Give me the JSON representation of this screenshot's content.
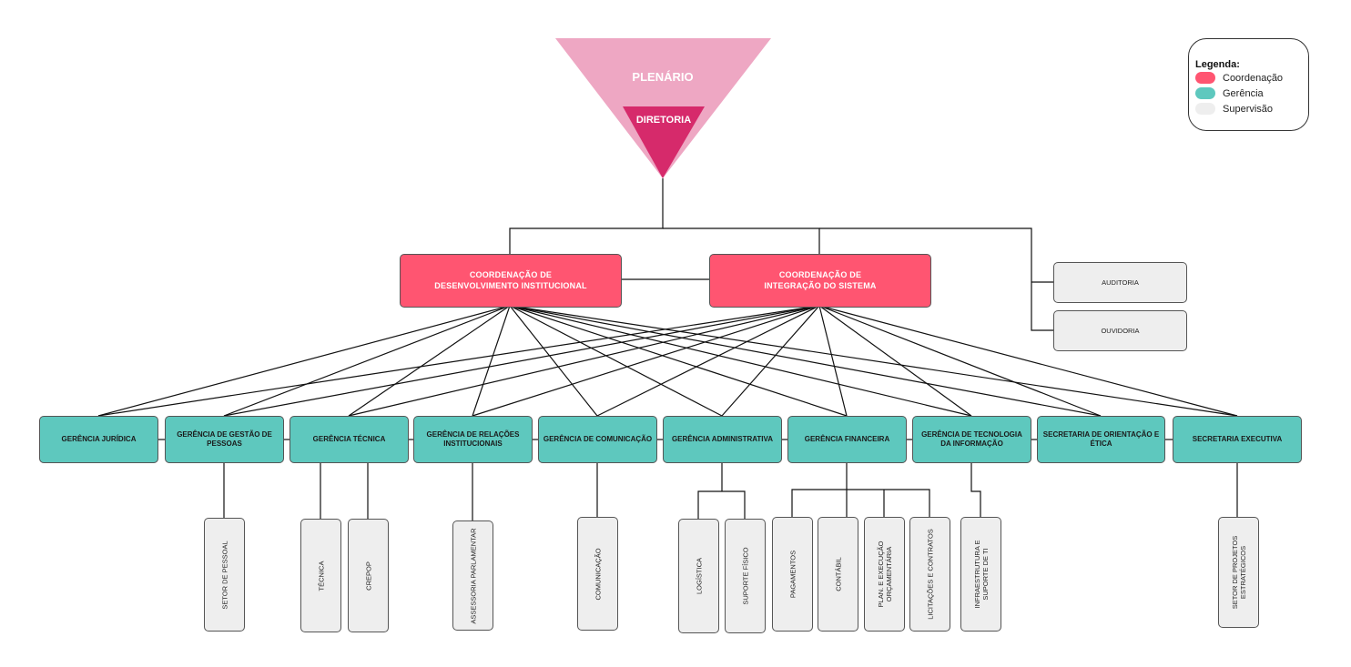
{
  "top": {
    "plenario": "PLENÁRIO",
    "diretoria": "DIRETORIA"
  },
  "coordenacoes": [
    {
      "line1": "COORDENAÇÃO DE",
      "line2": "DESENVOLVIMENTO INSTITUCIONAL"
    },
    {
      "line1": "COORDENAÇÃO DE",
      "line2": "INTEGRAÇÃO DO SISTEMA"
    }
  ],
  "side": {
    "auditoria": "AUDITORIA",
    "ouvidoria": "OUVIDORIA"
  },
  "gerencias": [
    "GERÊNCIA JURÍDICA",
    "GERÊNCIA DE GESTÃO DE PESSOAS",
    "GERÊNCIA TÉCNICA",
    "GERÊNCIA DE RELAÇÕES INSTITUCIONAIS",
    "GERÊNCIA DE COMUNICAÇÃO",
    "GERÊNCIA ADMINISTRATIVA",
    "GERÊNCIA FINANCEIRA",
    "GERÊNCIA DE TECNOLOGIA DA INFORMAÇÃO",
    "SECRETARIA DE ORIENTAÇÃO E ÉTICA",
    "SECRETARIA EXECUTIVA"
  ],
  "setores": [
    "SETOR DE PESSOAL",
    "TÉCNICA",
    "CREPOP",
    "ASSESSORIA PARLAMENTAR",
    "COMUNICAÇÃO",
    "LOGÍSTICA",
    "SUPORTE FÍSICO",
    "PAGAMENTOS",
    "CONTÁBIL",
    "PLAN. E EXECUÇÃO ORÇAMENTÁRIA",
    "LICITAÇÕES E CONTRATOS",
    "INFRAESTRUTURA E SUPORTE DE TI",
    "SETOR DE PROJETOS ESTRATÉGICOS"
  ],
  "legend": {
    "title": "Legenda:",
    "items": [
      {
        "label": "Coordenação",
        "color": "#ff5571"
      },
      {
        "label": "Gerência",
        "color": "#5ec8be"
      },
      {
        "label": "Supervisão",
        "color": "#eeeeee"
      }
    ]
  },
  "colors": {
    "plenario": "#eea7c3",
    "diretoria": "#d62a6b",
    "coordenacao": "#ff5571",
    "gerencia": "#5ec8be",
    "supervisao": "#eeeeee"
  }
}
